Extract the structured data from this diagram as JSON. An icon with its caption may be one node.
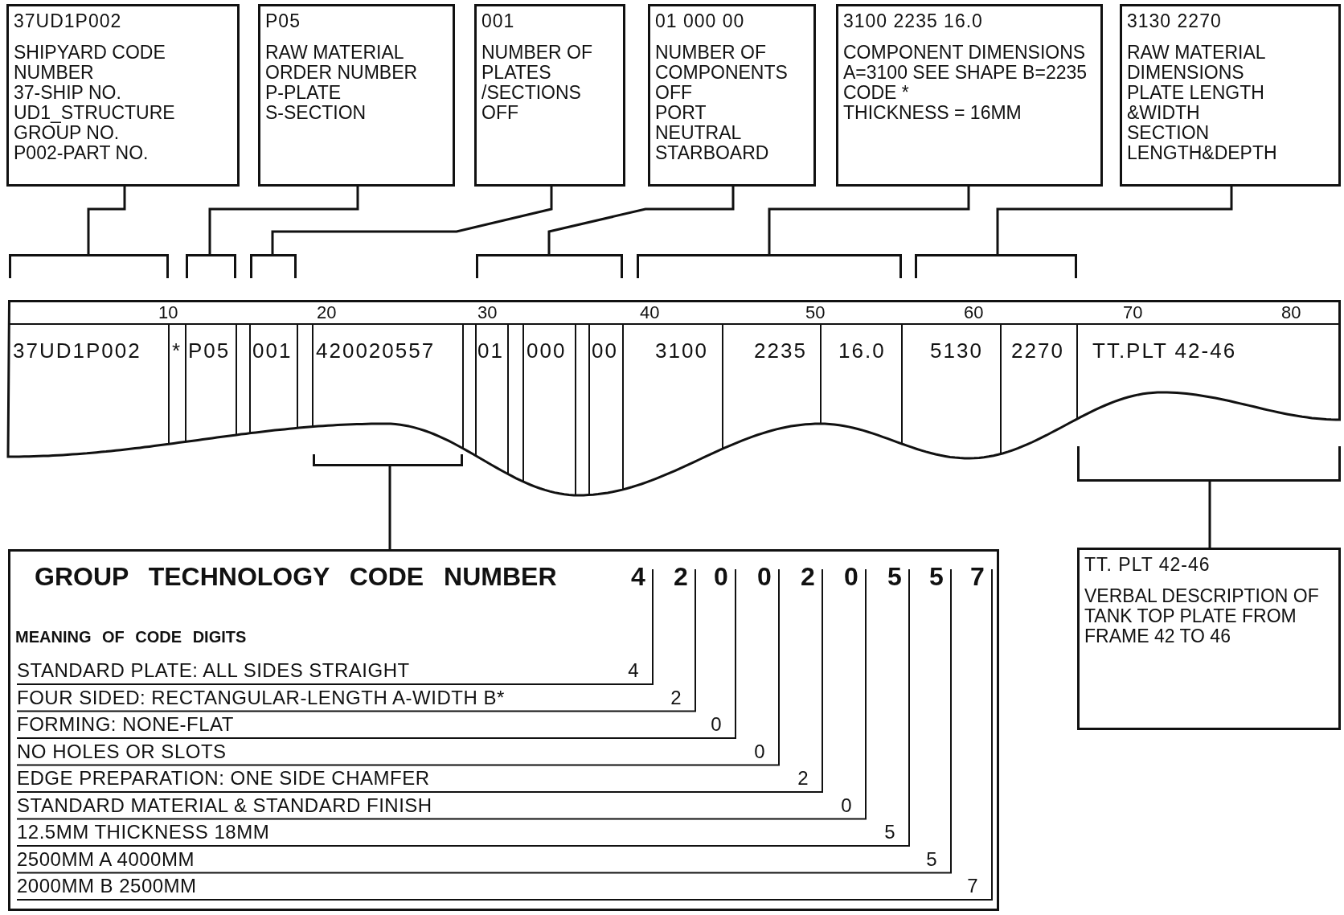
{
  "diagram": {
    "nodes": [
      {
        "text": [
          "37UD1P002",
          "SHIPYARD CODE NUMBER",
          "37-SHIP NO.",
          "UD1_STRUCTURE GROUP NO.",
          "P002-PART NO."
        ]
      },
      {
        "text": [
          "P05",
          "RAW MATERIAL ORDER NUMBER",
          "P-PLATE",
          "S-SECTION"
        ]
      },
      {
        "text": [
          "001",
          "NUMBER OF PLATES /SECTIONS OFF"
        ]
      },
      {
        "text": [
          "01 000 00",
          "NUMBER OF COMPONENTS OFF",
          "PORT",
          "NEUTRAL",
          "STARBOARD"
        ]
      },
      {
        "text": [
          "3100 2235 16.0",
          "COMPONENT DIMENSIONS",
          "A=3100 SEE SHAPE B=2235 CODE *",
          "THICKNESS = 16MM"
        ]
      },
      {
        "text": [
          "3130 2270",
          "RAW MATERIAL DIMENSIONS",
          "PLATE LENGTH &WIDTH",
          "SECTION LENGTH&DEPTH"
        ]
      },
      {
        "text": [],
        "shape": "bracket"
      },
      {
        "text": [],
        "shape": "bracket"
      },
      {
        "text": [],
        "shape": "bracket"
      },
      {
        "text": [],
        "shape": "bracket"
      },
      {
        "text": [],
        "shape": "bracket"
      },
      {
        "text": [],
        "shape": "bracket"
      },
      {
        "text": [
          "10",
          "20",
          "30",
          "40",
          "50",
          "60",
          "70",
          "80",
          "37UD1P002",
          "*",
          "P05",
          "001",
          "420020557",
          "01",
          "000",
          "00",
          "3100",
          "2235",
          "16.0",
          "5130",
          "2270",
          "TT.PLT 42-46"
        ]
      },
      {
        "text": [],
        "shape": "bracket"
      },
      {
        "text": [],
        "shape": "bracket"
      },
      {
        "text": [
          "GROUP TECHNOLOGY CODE NUMBER",
          "4",
          "2",
          "0",
          "0",
          "2",
          "0",
          "5",
          "5",
          "7",
          "MEANING OF CODE DIGITS",
          "STANDARD PLATE: ALL SIDES STRAIGHT",
          "4",
          "FOUR SIDED: RECTANGULAR-LENGTH A-WIDTH B*",
          "2",
          "FORMING: NONE-FLAT",
          "0",
          "NO HOLES OR SLOTS",
          "0",
          "EDGE PREPARATION: ONE SIDE CHAMFER",
          "2",
          "STANDARD MATERIAL & STANDARD FINISH",
          "0",
          "12.5MM THICKNESS 18MM",
          "5",
          "2500MM A 4000MM",
          "5",
          "2000MM B 2500MM",
          "7"
        ]
      },
      {
        "text": [
          "TT. PLT 42-46",
          "VERBAL DESCRIPTION OF TANK TOP PLATE FROM FRAME 42 TO 46"
        ]
      }
    ],
    "edges": [
      {
        "from": 0,
        "to": 6,
        "arrow": "none"
      },
      {
        "from": 1,
        "to": 7,
        "arrow": "none"
      },
      {
        "from": 2,
        "to": 8,
        "arrow": "none"
      },
      {
        "from": 3,
        "to": 9,
        "arrow": "none"
      },
      {
        "from": 4,
        "to": 10,
        "arrow": "none"
      },
      {
        "from": 5,
        "to": 11,
        "arrow": "none"
      },
      {
        "from": 15,
        "to": 13,
        "arrow": "none"
      },
      {
        "from": 16,
        "to": 14,
        "arrow": "none"
      }
    ]
  }
}
